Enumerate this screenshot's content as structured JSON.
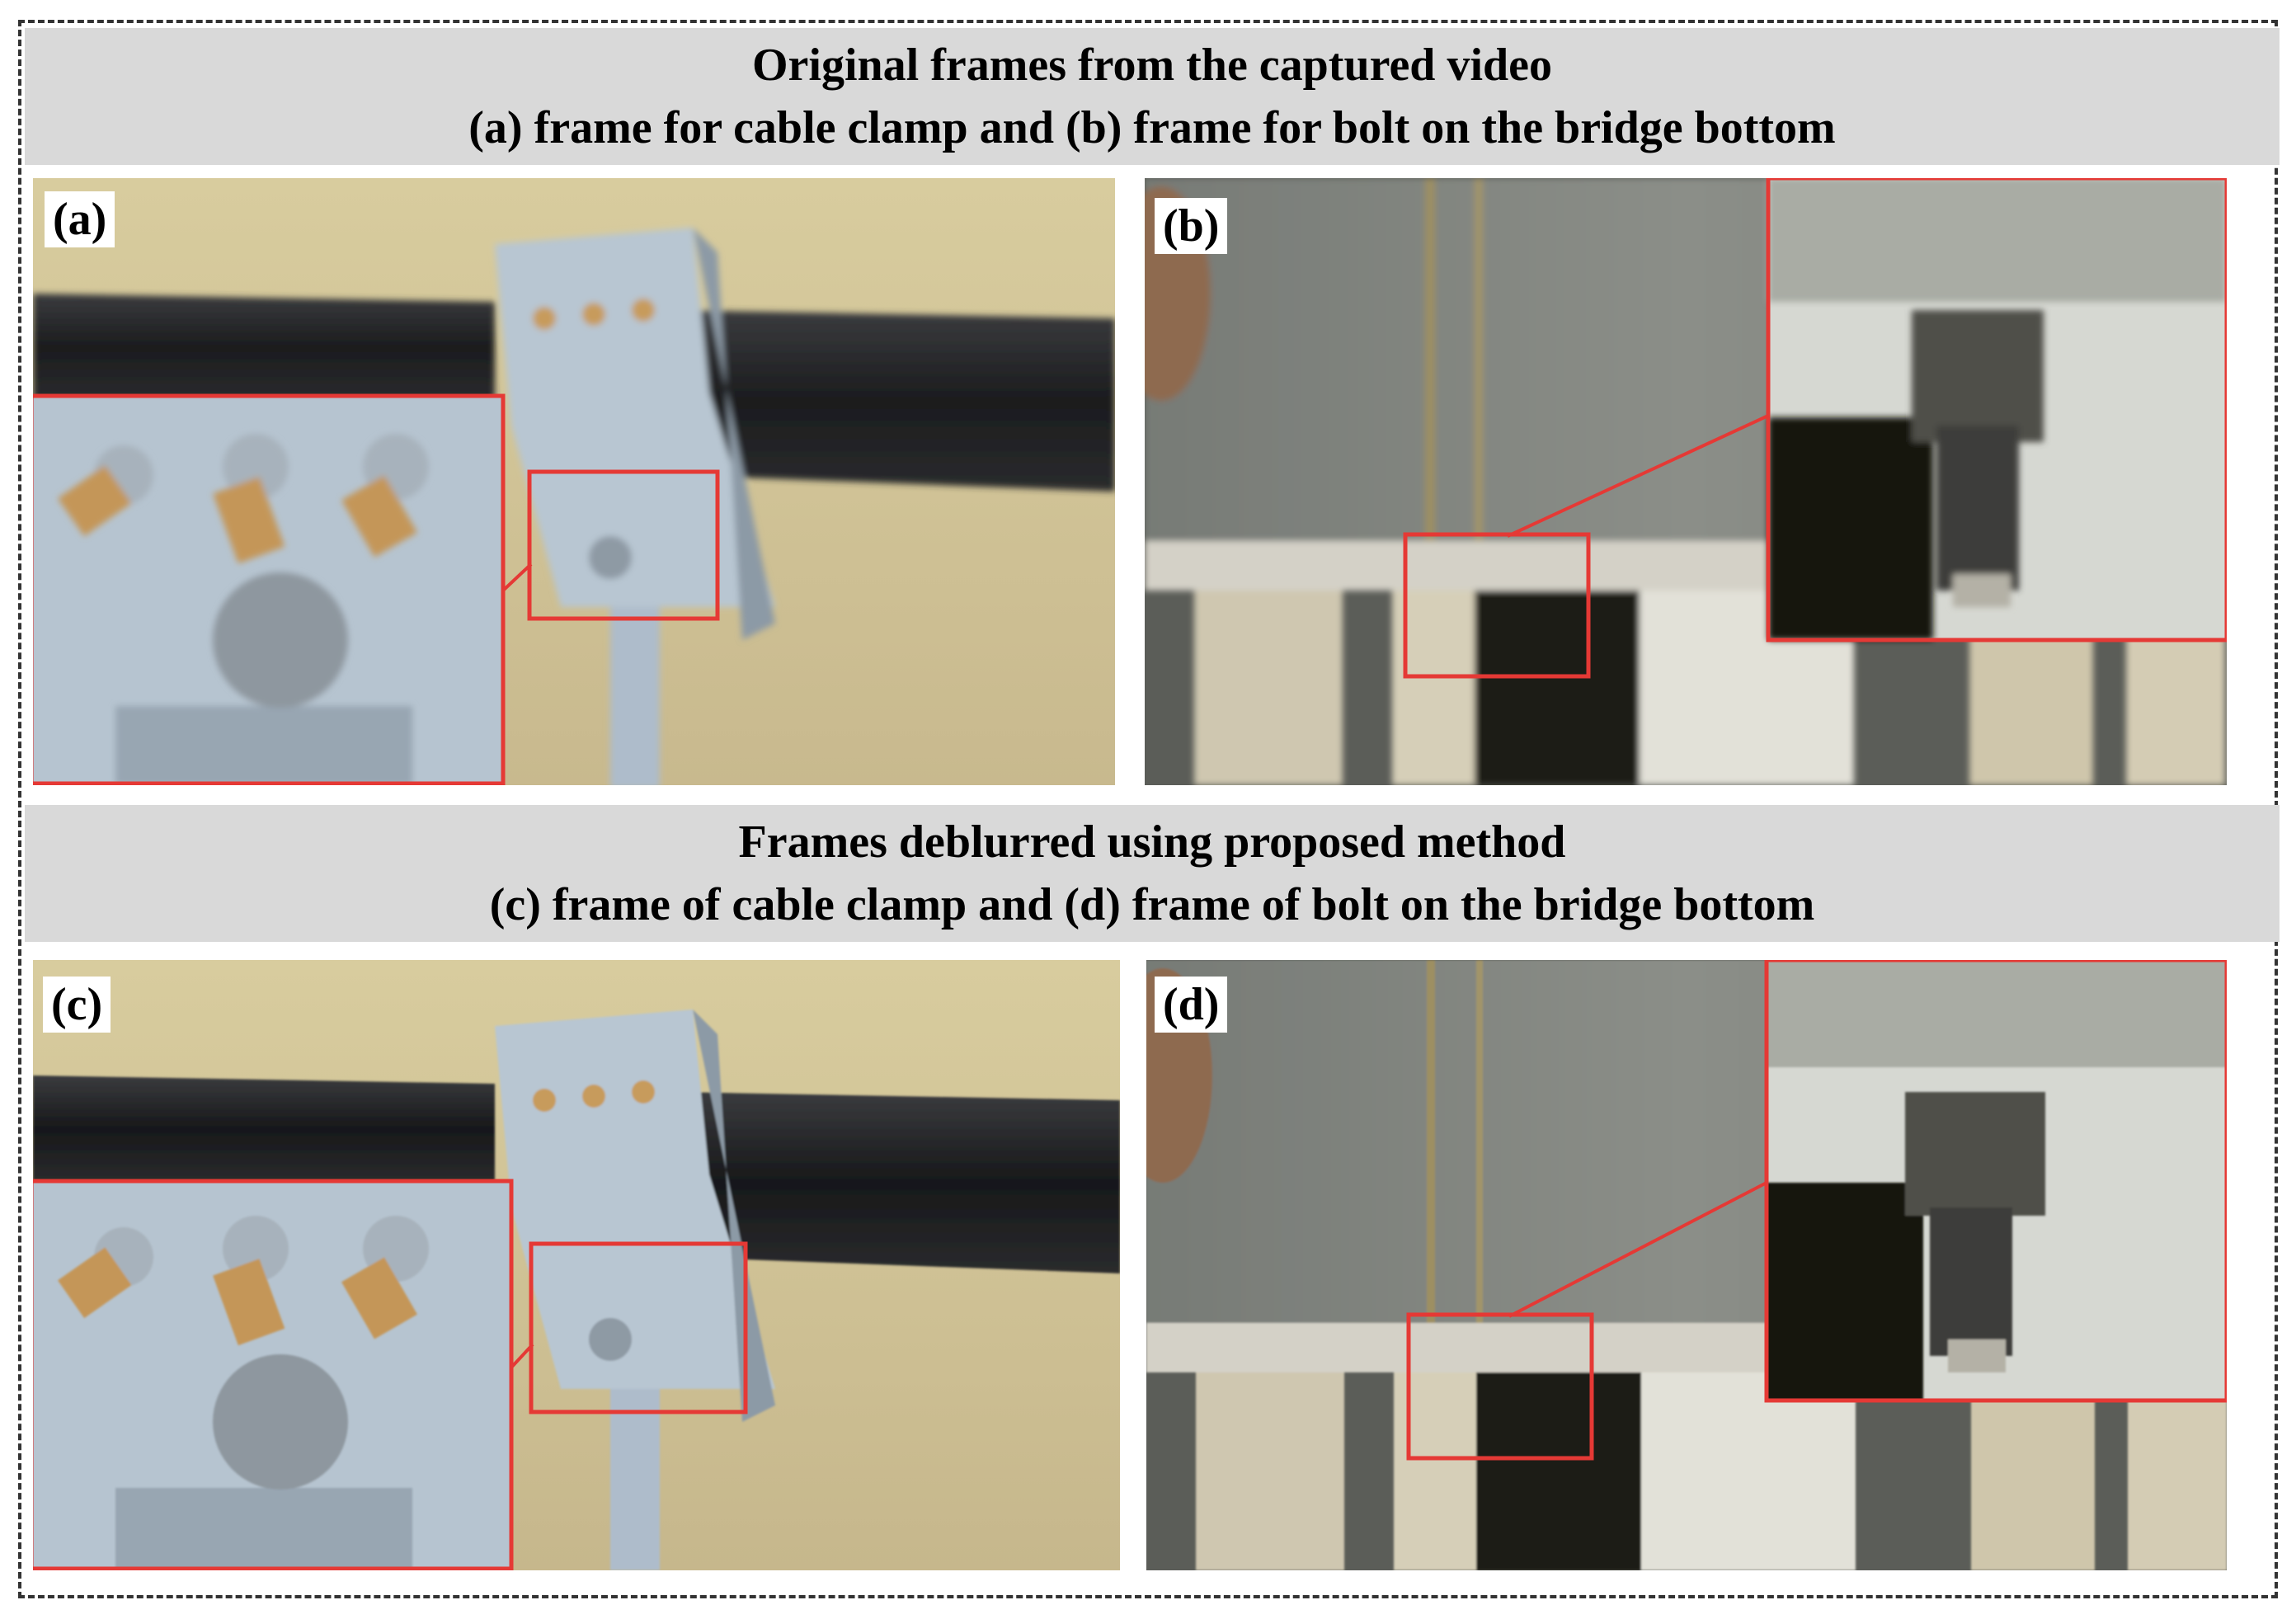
{
  "top_header": {
    "line1": "Original frames from the captured video",
    "line2": "(a) frame for cable clamp and (b) frame for bolt on the bridge bottom"
  },
  "bottom_header": {
    "line1": "Frames deblurred using proposed method",
    "line2": "(c) frame of cable clamp and (d) frame of bolt on the bridge bottom"
  },
  "panels": {
    "a": {
      "label": "(a)"
    },
    "b": {
      "label": "(b)"
    },
    "c": {
      "label": "(c)"
    },
    "d": {
      "label": "(d)"
    }
  },
  "colors": {
    "header_bg": "#d9d9d9",
    "highlight": "#e53935",
    "water": "#cdbf96",
    "concrete": "#8a8c86",
    "cable": "#1c1d1f",
    "clamp": "#b8c6d2"
  }
}
